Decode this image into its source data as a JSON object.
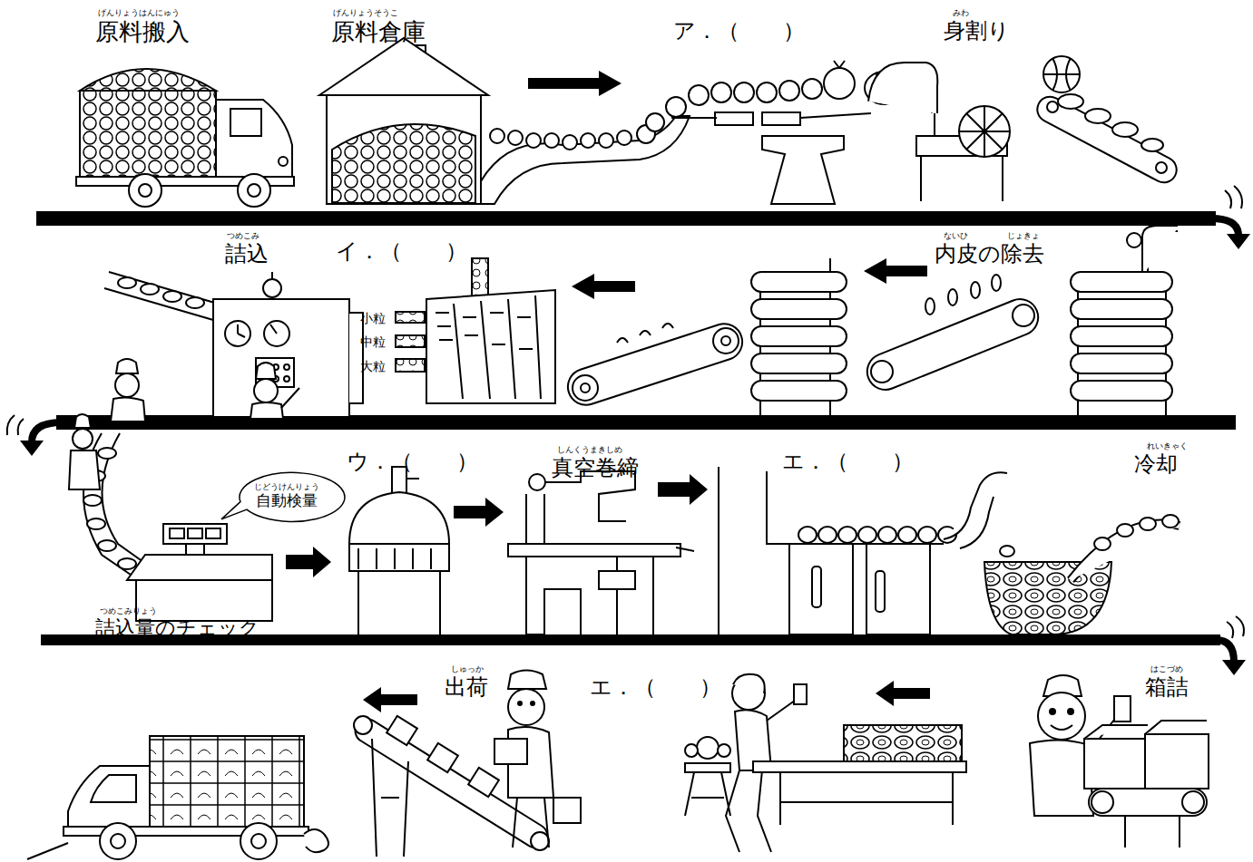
{
  "diagram": {
    "nodes": [
      {
        "text": [
          "じどうけんりょう",
          "自動検量"
        ]
      }
    ],
    "labels": [
      "げんりょうはんにゅう",
      "原料搬入",
      "げんりょうそうこ",
      "原料倉庫",
      "ア．（　　）",
      "みわ",
      "身割り",
      "つめこみ",
      "詰込",
      "イ．（　　）",
      "ないひ",
      "じょきょ",
      "内皮の除去",
      "小粒",
      "中粒",
      "大粒",
      "ウ．（　　）",
      "しんくうまきしめ",
      "真空巻締",
      "エ．（　　）",
      "れいきゃく",
      "冷却",
      "つめこみりょう",
      "詰込量のチェック",
      "しゅっか",
      "出荷",
      "エ．（　　）",
      "はこづめ",
      "箱詰"
    ]
  }
}
